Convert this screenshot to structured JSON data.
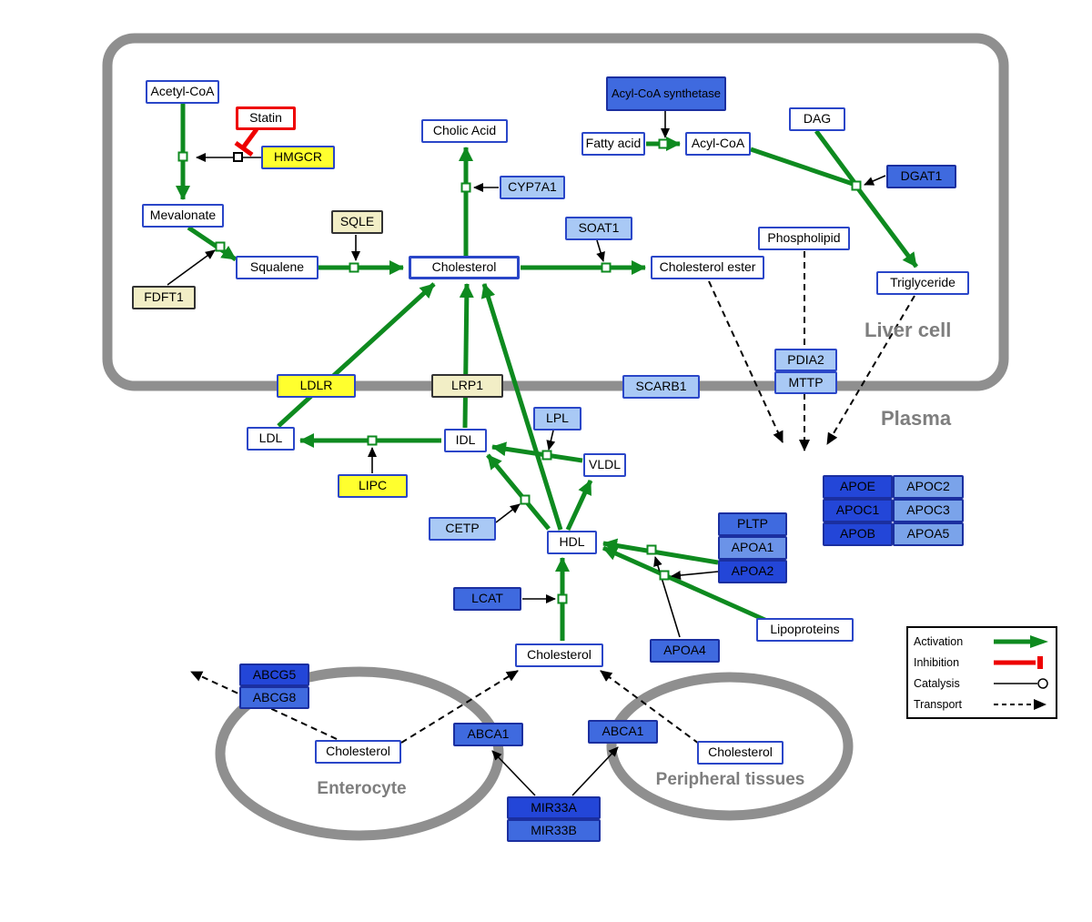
{
  "compartments": {
    "liver_cell": "Liver cell",
    "plasma": "Plasma",
    "enterocyte": "Enterocyte",
    "peripheral_tissues": "Peripheral tissues"
  },
  "nodes": {
    "acetyl_coa": "Acetyl-CoA",
    "statin": "Statin",
    "hmgcr": "HMGCR",
    "mevalonate": "Mevalonate",
    "fdft1": "FDFT1",
    "squalene": "Squalene",
    "sqle": "SQLE",
    "cholesterol_liver": "Cholesterol",
    "cholic_acid": "Cholic Acid",
    "cyp7a1": "CYP7A1",
    "soat1": "SOAT1",
    "cholesterol_ester": "Cholesterol ester",
    "acyl_coa_synthetase": "Acyl-CoA synthetase",
    "fatty_acid": "Fatty acid",
    "acyl_coa": "Acyl-CoA",
    "dag": "DAG",
    "dgat1": "DGAT1",
    "phospholipid": "Phospholipid",
    "triglyceride": "Triglyceride",
    "pdia2": "PDIA2",
    "mttp": "MTTP",
    "ldlr": "LDLR",
    "lrp1": "LRP1",
    "scarb1": "SCARB1",
    "ldl": "LDL",
    "idl": "IDL",
    "lpl": "LPL",
    "vldl": "VLDL",
    "lipc": "LIPC",
    "cetp": "CETP",
    "hdl": "HDL",
    "pltp": "PLTP",
    "apoa1": "APOA1",
    "apoa2": "APOA2",
    "lcat": "LCAT",
    "apoa4": "APOA4",
    "lipoproteins": "Lipoproteins",
    "apoe": "APOE",
    "apoc2": "APOC2",
    "apoc1": "APOC1",
    "apoc3": "APOC3",
    "apob": "APOB",
    "apoa5": "APOA5",
    "cholesterol_plasma": "Cholesterol",
    "abcg5": "ABCG5",
    "abcg8": "ABCG8",
    "cholesterol_enterocyte": "Cholesterol",
    "abca1_enterocyte": "ABCA1",
    "abca1_peripheral": "ABCA1",
    "cholesterol_peripheral": "Cholesterol",
    "mir33a": "MIR33A",
    "mir33b": "MIR33B"
  },
  "legend": {
    "activation": "Activation",
    "inhibition": "Inhibition",
    "catalysis": "Catalysis",
    "transport": "Transport"
  },
  "colors": {
    "activation_green": "#0e8a1f",
    "inhibition_red": "#ee0000",
    "catalysis_black": "#000000",
    "membrane_gray": "#8f8f8f",
    "node_border_blue": "#2a46c8",
    "yellow": "#ffff2e",
    "pale_yellow": "#f2eec6",
    "light_blue": "#a9c9f5",
    "medium_blue": "#3f6adf",
    "dark_blue": "#2346d8",
    "lighter_blue": "#7aa3ea"
  }
}
